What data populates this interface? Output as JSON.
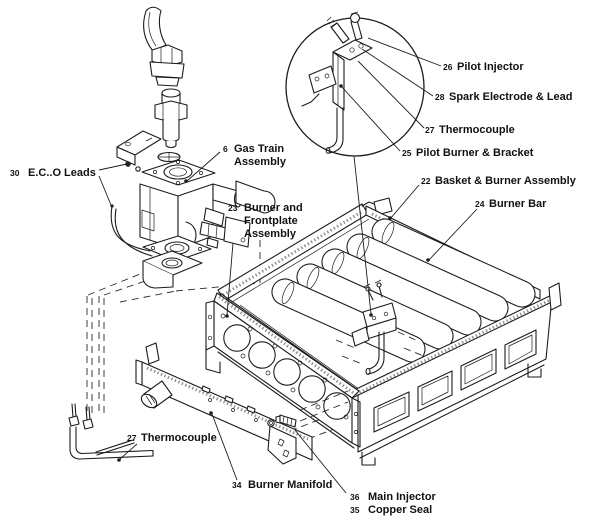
{
  "figure": {
    "type": "exploded-parts-diagram",
    "subject": "Gas burner and gas train assembly",
    "background_color": "#ffffff",
    "line_color": "#1c1c1c"
  },
  "labels": {
    "pilot_injector": {
      "num": "26",
      "text": "Pilot Injector"
    },
    "spark_electrode": {
      "num": "28",
      "text": "Spark Electrode & Lead"
    },
    "thermocouple_top": {
      "num": "27",
      "text": "Thermocouple"
    },
    "pilot_burner": {
      "num": "25",
      "text": "Pilot Burner & Bracket"
    },
    "basket_assembly": {
      "num": "22",
      "text": "Basket & Burner Assembly"
    },
    "burner_bar": {
      "num": "24",
      "text": "Burner Bar"
    },
    "gas_train": {
      "num": "6",
      "line1": "Gas Train",
      "line2": "Assembly"
    },
    "eco_leads": {
      "num": "30",
      "text": "E.C..O Leads"
    },
    "frontplate": {
      "num": "23",
      "line1": "Burner and",
      "line2": "Frontplate",
      "line3": "Assembly"
    },
    "thermocouple_bottom": {
      "num": "27",
      "text": "Thermocouple"
    },
    "burner_manifold": {
      "num": "34",
      "text": "Burner Manifold"
    },
    "main_injector": {
      "num": "36",
      "text": "Main Injector"
    },
    "copper_seal": {
      "num": "35",
      "text": "Copper Seal"
    }
  }
}
